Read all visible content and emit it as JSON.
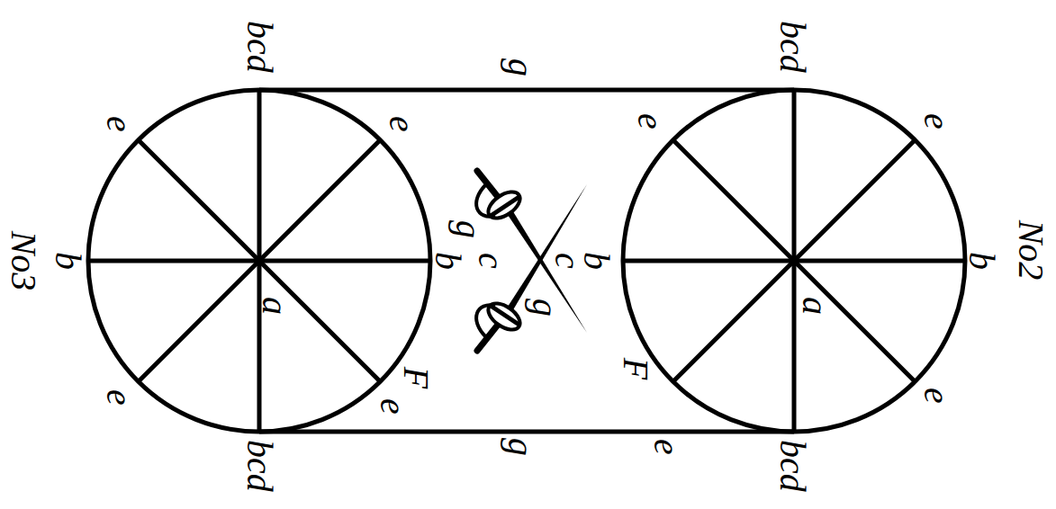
{
  "diagram": {
    "labels": [
      "No2",
      "b",
      "bcd",
      "e",
      "e",
      "a",
      "F",
      "e",
      "bcd",
      "b",
      "g",
      "g",
      "e",
      "c",
      "g",
      "c",
      "g",
      "b",
      "bcd",
      "e",
      "e",
      "a",
      "F",
      "e",
      "e",
      "bcd",
      "b",
      "No3"
    ]
  }
}
